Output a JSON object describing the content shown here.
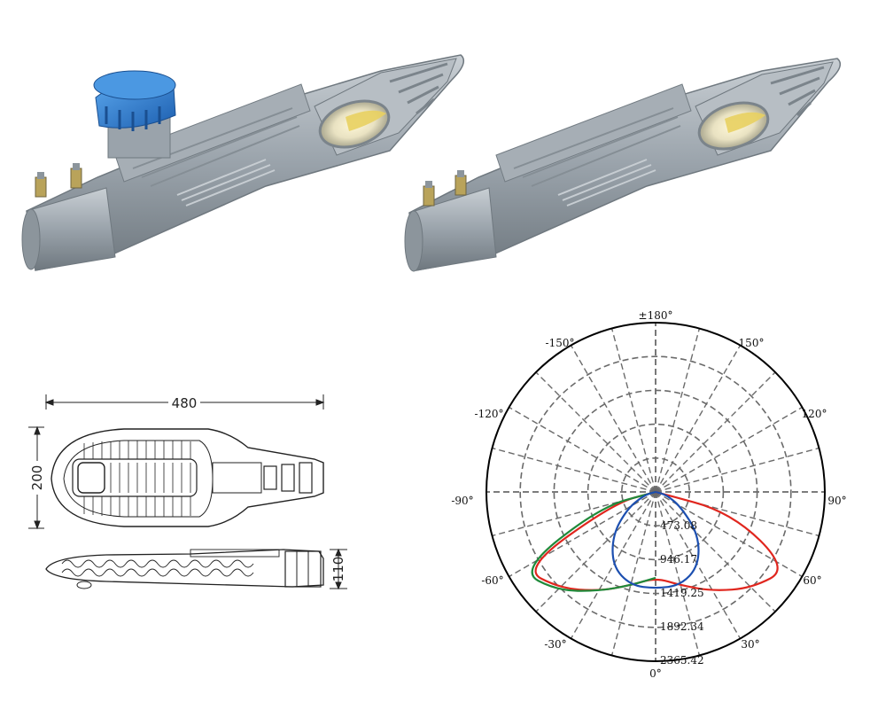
{
  "colors": {
    "housing": "#9aa3ab",
    "housing_dark": "#6f787f",
    "sensor": "#2f7fd3",
    "red_curve": "#e0261e",
    "green_curve": "#1f8a3a",
    "blue_curve": "#1c4fb0",
    "grid": "#6a6a6a"
  },
  "products": [
    {
      "label": "street-light-with-photocell"
    },
    {
      "label": "street-light"
    }
  ],
  "dimensions": {
    "length": "480",
    "width": "200",
    "height": "110"
  },
  "polar_chart": {
    "type": "polar",
    "angle_labels": {
      "top": "±180°",
      "n150": "-150°",
      "p150": "150°",
      "n120": "-120°",
      "p120": "120°",
      "n90": "-90°",
      "p90": "90°",
      "n60": "-60°",
      "p60": "60°",
      "n30": "-30°",
      "p30": "30°",
      "zero": "0°"
    },
    "radial_labels": [
      "473.08",
      "946.17",
      "1419.25",
      "1892.34",
      "2365.42"
    ],
    "rmax": 2365.42
  },
  "chart_data": {
    "type": "polar",
    "title": "",
    "angles_deg": [
      -90,
      -75,
      -60,
      -45,
      -30,
      -15,
      0,
      15,
      30,
      45,
      60,
      75,
      90
    ],
    "radial_ticks": [
      473.08,
      946.17,
      1419.25,
      1892.34,
      2365.42
    ],
    "series": [
      {
        "color": "red",
        "values": [
          0,
          600,
          2150,
          1900,
          1600,
          1350,
          1200,
          1350,
          1600,
          1900,
          2150,
          1100,
          0
        ]
      },
      {
        "color": "green",
        "values": [
          0,
          800,
          2200,
          1950,
          1600,
          1350,
          1200,
          0,
          0,
          0,
          0,
          0,
          0
        ]
      },
      {
        "color": "blue",
        "values": [
          0,
          150,
          450,
          850,
          1200,
          1350,
          1350,
          1350,
          1200,
          850,
          400,
          150,
          0
        ]
      }
    ]
  }
}
